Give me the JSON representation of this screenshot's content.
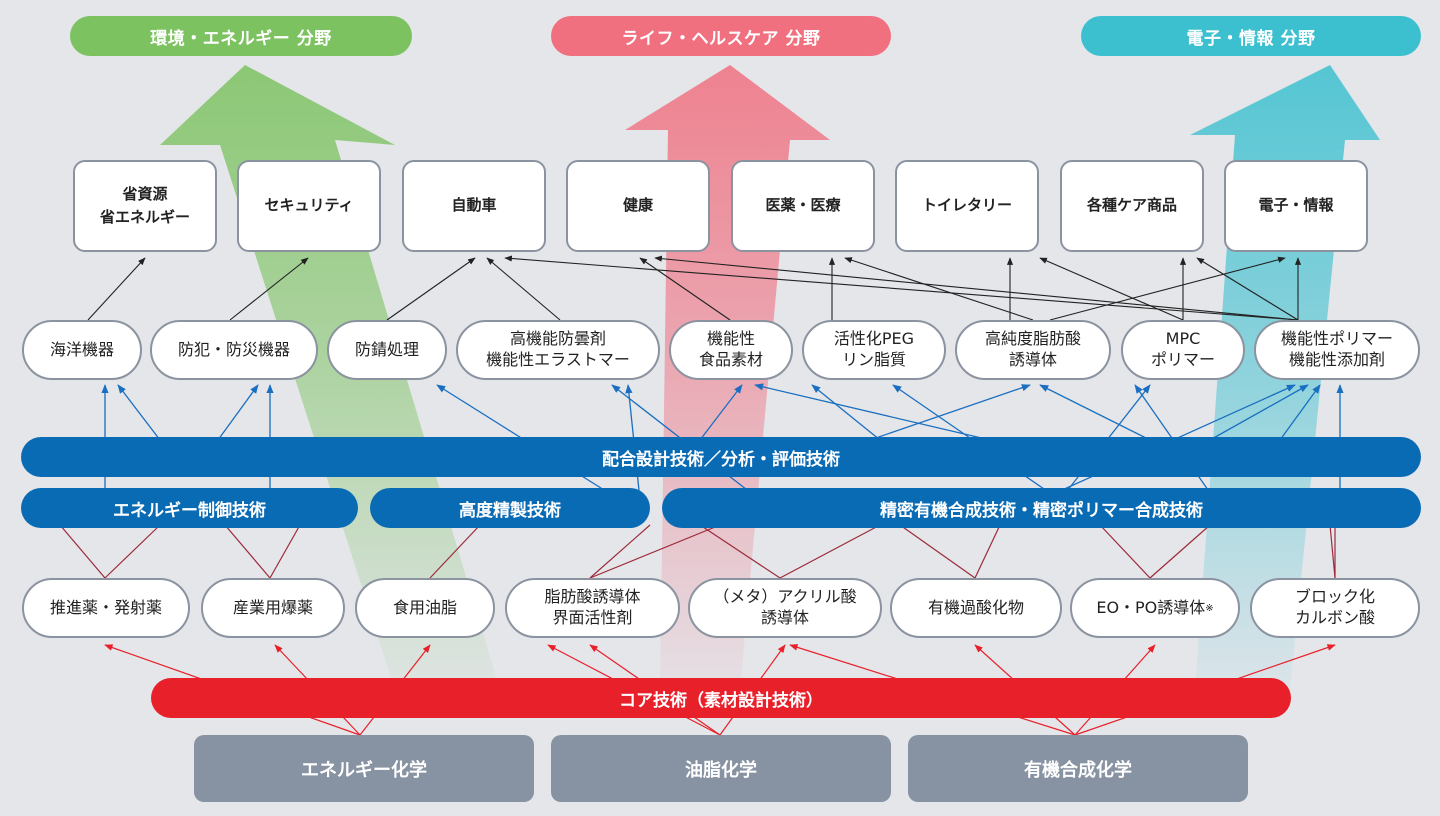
{
  "fields": {
    "energy": "環境・エネルギー 分野",
    "life": "ライフ・ヘルスケア 分野",
    "electronic": "電子・情報 分野"
  },
  "applications": {
    "a1": "省資源\n省エネルギー",
    "a2": "セキュリティ",
    "a3": "自動車",
    "a4": "健康",
    "a5": "医薬・医療",
    "a6": "トイレタリー",
    "a7": "各種ケア商品",
    "a8": "電子・情報"
  },
  "products": {
    "p1": "海洋機器",
    "p2": "防犯・防災機器",
    "p3": "防錆処理",
    "p4": "高機能防曇剤\n機能性エラストマー",
    "p5": "機能性\n食品素材",
    "p6": "活性化PEG\nリン脂質",
    "p7": "高純度脂肪酸\n誘導体",
    "p8": "MPC\nポリマー",
    "p9": "機能性ポリマー\n機能性添加剤"
  },
  "technologies": {
    "formulation": "配合設計技術／分析・評価技術",
    "energy_control": "エネルギー制御技術",
    "refining": "高度精製技術",
    "synthesis": "精密有機合成技術・精密ポリマー合成技術"
  },
  "materials": {
    "m1": "推進薬・発射薬",
    "m2": "産業用爆薬",
    "m3": "食用油脂",
    "m4": "脂肪酸誘導体\n界面活性剤",
    "m5": "（メタ）アクリル酸\n誘導体",
    "m6": "有機過酸化物",
    "m7": "EO・PO誘導体",
    "m7_note": "※",
    "m8": "ブロック化\nカルボン酸"
  },
  "core": "コア技術（素材設計技術）",
  "bases": {
    "b1": "エネルギー化学",
    "b2": "油脂化学",
    "b3": "有機合成化学"
  },
  "colors": {
    "green": "#7cc260",
    "pink": "#f0707f",
    "cyan": "#3cc0cf",
    "blue": "#0a6bb5",
    "red": "#e8202a",
    "gray": "#8792a2"
  }
}
